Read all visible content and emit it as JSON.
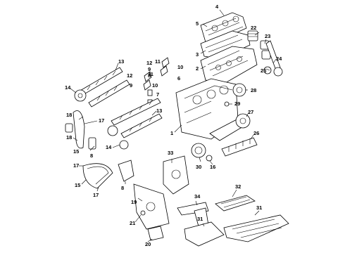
{
  "diagram": {
    "callouts": [
      "1",
      "2",
      "3",
      "4",
      "5",
      "6",
      "7",
      "8",
      "8",
      "9",
      "9",
      "10",
      "10",
      "11",
      "11",
      "12",
      "12",
      "13",
      "13",
      "14",
      "14",
      "15",
      "15",
      "16",
      "17",
      "17",
      "17",
      "18",
      "18",
      "19",
      "20",
      "21",
      "22",
      "23",
      "24",
      "25",
      "26",
      "27",
      "28",
      "29",
      "30",
      "31",
      "31",
      "32",
      "33",
      "34"
    ]
  }
}
